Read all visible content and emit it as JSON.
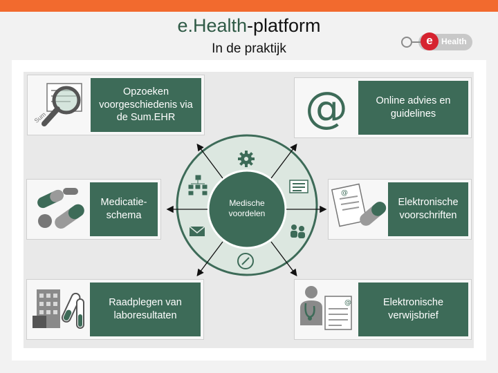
{
  "header": {
    "title_part1": "e.Health",
    "title_part2": "-platform",
    "subtitle": "In de praktijk"
  },
  "logo": {
    "letter": "e",
    "label": "Health",
    "accent_color": "#d6232f"
  },
  "colors": {
    "topbar": "#f26a2e",
    "card_green": "#3d6b58",
    "hub_green": "#3d6b58",
    "ring_light": "#dce7e0"
  },
  "hub": {
    "label": "Medische voordelen"
  },
  "ring_icons": [
    "gear-icon",
    "org-chart-icon",
    "form-icon",
    "envelope-icon",
    "people-icon",
    "compass-icon"
  ],
  "cards": {
    "sumehr": {
      "label": "Opzoeken voorgeschiedenis via de Sum.EHR",
      "icon": "magnifier-sumehr-icon"
    },
    "online": {
      "label": "Online advies en guidelines",
      "icon": "at-sign-icon"
    },
    "medicatie": {
      "label": "Medicatie-schema",
      "icon": "pills-icon"
    },
    "voorschriften": {
      "label": "Elektronische voorschriften",
      "icon": "prescription-pills-icon"
    },
    "labo": {
      "label": "Raadplegen van laboresultaten",
      "icon": "lab-building-icon"
    },
    "verwijsbrief": {
      "label": "Elektronische verwijsbrief",
      "icon": "doctor-letter-icon"
    }
  }
}
